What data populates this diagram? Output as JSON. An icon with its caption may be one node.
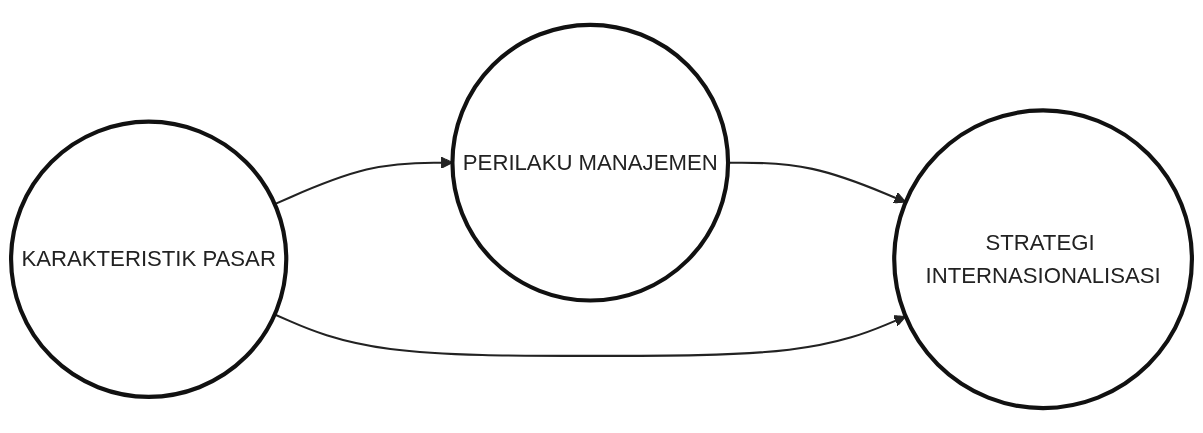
{
  "diagram": {
    "nodes": [
      {
        "text": [
          "KARAKTERISTIK PASAR"
        ]
      },
      {
        "text": [
          "PERILAKU MANAJEMEN"
        ]
      },
      {
        "text": [
          "STRATEGI INTERNASIONALISASI"
        ]
      }
    ],
    "edges": [
      {
        "from": 0,
        "to": 1,
        "arrow": "to"
      },
      {
        "from": 1,
        "to": 2,
        "arrow": "to"
      },
      {
        "from": 0,
        "to": 2,
        "arrow": "to"
      }
    ]
  }
}
